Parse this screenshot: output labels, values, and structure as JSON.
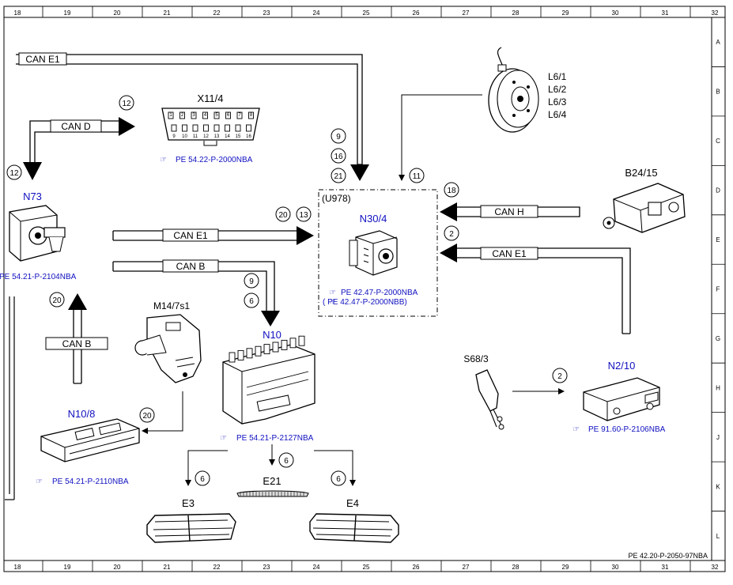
{
  "grid": {
    "top_numbers": [
      "18",
      "19",
      "20",
      "21",
      "22",
      "23",
      "24",
      "25",
      "26",
      "27",
      "28",
      "29",
      "30",
      "31",
      "32"
    ],
    "bottom_numbers": [
      "18",
      "19",
      "20",
      "21",
      "22",
      "23",
      "24",
      "25",
      "26",
      "27",
      "28",
      "29",
      "30",
      "31",
      "32"
    ],
    "row_letters": [
      "A",
      "B",
      "C",
      "D",
      "E",
      "F",
      "G",
      "H",
      "J",
      "K",
      "L"
    ]
  },
  "buses": {
    "can_e1_top": "CAN E1",
    "can_d": "CAN D",
    "can_e1_mid": "CAN E1",
    "can_b_mid": "CAN B",
    "can_b_left": "CAN B",
    "can_h": "CAN H",
    "can_e1_right": "CAN E1"
  },
  "components": {
    "x11_4": {
      "name": "X11/4",
      "ref": "PE 54.22-P-2000NBA",
      "pins_top": [
        "1",
        "2",
        "3",
        "4",
        "5",
        "6",
        "7",
        "8"
      ],
      "pins_bottom": [
        "9",
        "10",
        "11",
        "12",
        "13",
        "14",
        "15",
        "16"
      ]
    },
    "n73": {
      "name": "N73",
      "ref": "PE 54.21-P-2104NBA"
    },
    "m14_7s1": {
      "name": "M14/7s1"
    },
    "n10_8": {
      "name": "N10/8",
      "ref": "PE 54.21-P-2110NBA"
    },
    "n10": {
      "name": "N10",
      "ref": "PE 54.21-P-2127NBA"
    },
    "u978": {
      "group": "(U978)",
      "name": "N30/4",
      "ref1": "PE 42.47-P-2000NBA",
      "ref2": "(     PE 42.47-P-2000NBB)"
    },
    "l6": {
      "labels": [
        "L6/1",
        "L6/2",
        "L6/3",
        "L6/4"
      ]
    },
    "b24_15": {
      "name": "B24/15"
    },
    "s68_3": {
      "name": "S68/3"
    },
    "n2_10": {
      "name": "N2/10",
      "ref": "PE 91.60-P-2106NBA"
    },
    "e3": {
      "name": "E3"
    },
    "e21": {
      "name": "E21"
    },
    "e4": {
      "name": "E4"
    }
  },
  "callouts": {
    "c12_top": "12",
    "c12_left": "12",
    "c9_a": "9",
    "c16": "16",
    "c21": "21",
    "c11": "11",
    "c18": "18",
    "c20_mid": "20",
    "c13": "13",
    "c2_mid": "2",
    "c9_b": "9",
    "c6_b": "6",
    "c20_left": "20",
    "c20_low": "20",
    "c2_low": "2",
    "c6_e3": "6",
    "c6_e21": "6",
    "c6_e4": "6"
  },
  "doc_ref": "PE 42.20-P-2050-97NBA",
  "colors": {
    "line": "#000000",
    "ref_blue": "#1010c0",
    "bus_fill": "#ffffff"
  }
}
